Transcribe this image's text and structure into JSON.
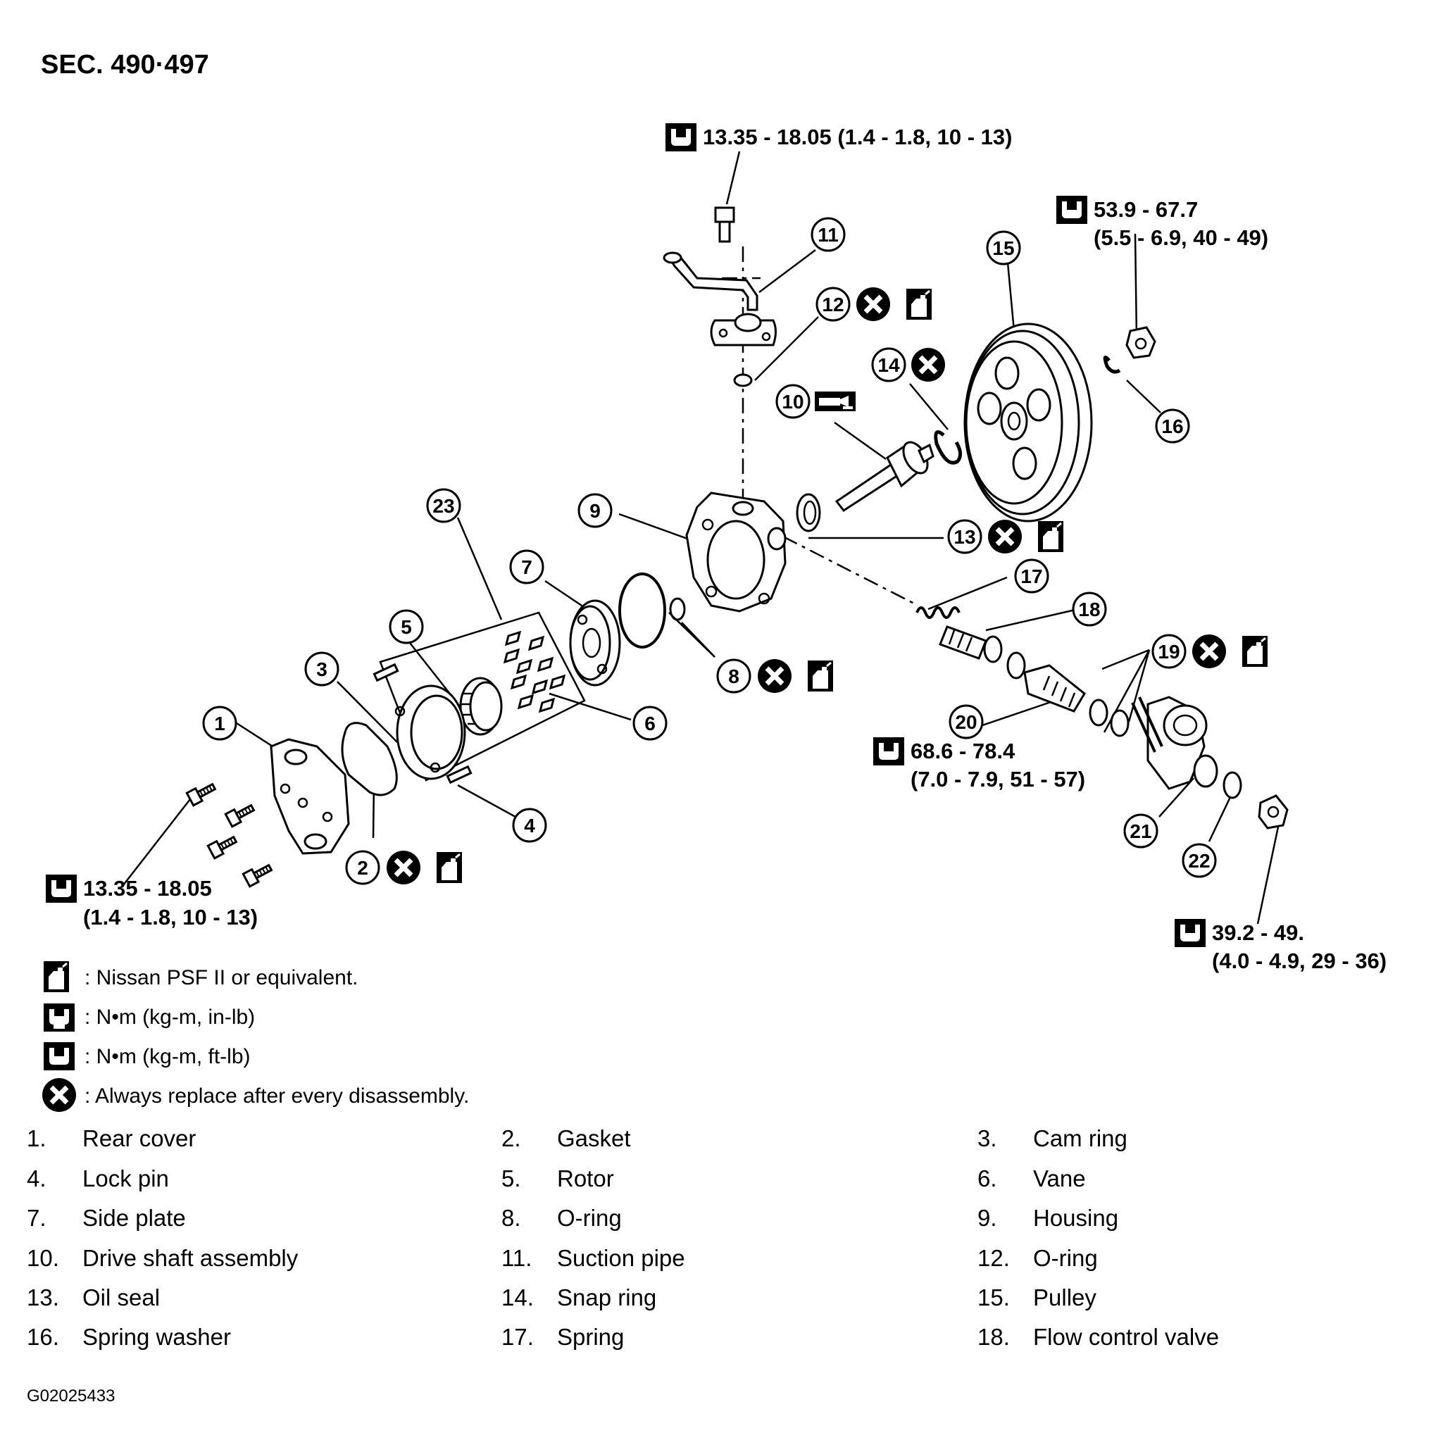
{
  "section_title": "SEC. 490·497",
  "figure_id": "G02025433",
  "colors": {
    "ink": "#000000",
    "paper": "#ffffff"
  },
  "icons": {
    "fluid": "fluid-can-icon",
    "torque_in_lb": "torque-wrench-in-lb-icon",
    "torque_ft_lb": "torque-wrench-ft-lb-icon",
    "replace": "replace-x-icon",
    "sealant": "sealant-tube-icon"
  },
  "torque_specs": {
    "suction_bolt": "13.35 - 18.05 (1.4 - 1.8, 10 - 13)",
    "pulley_nut_1": "53.9 - 67.7",
    "pulley_nut_2": "(5.5 - 6.9, 40 - 49)",
    "rear_cover_1": "13.35 - 18.05",
    "rear_cover_2": "(1.4 - 1.8, 10 - 13)",
    "connector_1": "68.6 - 78.4",
    "connector_2": "(7.0 - 7.9, 51 - 57)",
    "outlet_nut_1": "39.2 - 49.",
    "outlet_nut_2": "(4.0 - 4.9, 29 - 36)"
  },
  "callouts": {
    "c1": "1",
    "c2": "2",
    "c3": "3",
    "c4": "4",
    "c5": "5",
    "c6": "6",
    "c7": "7",
    "c8": "8",
    "c9": "9",
    "c10": "10",
    "c11": "11",
    "c12": "12",
    "c13": "13",
    "c14": "14",
    "c15": "15",
    "c16": "16",
    "c17": "17",
    "c18": "18",
    "c19": "19",
    "c20": "20",
    "c21": "21",
    "c22": "22",
    "c23": "23"
  },
  "legend": {
    "fluid": ":  Nissan PSF II or equivalent.",
    "torque_in_lb": ":  N•m  (kg-m,  in-lb)",
    "torque_ft_lb": ":  N•m  (kg-m,  ft-lb)",
    "replace": ":  Always replace after every disassembly."
  },
  "parts": [
    {
      "num": "1.",
      "name": "Rear cover"
    },
    {
      "num": "2.",
      "name": "Gasket"
    },
    {
      "num": "3.",
      "name": "Cam ring"
    },
    {
      "num": "4.",
      "name": "Lock pin"
    },
    {
      "num": "5.",
      "name": "Rotor"
    },
    {
      "num": "6.",
      "name": "Vane"
    },
    {
      "num": "7.",
      "name": "Side plate"
    },
    {
      "num": "8.",
      "name": "O-ring"
    },
    {
      "num": "9.",
      "name": "Housing"
    },
    {
      "num": "10.",
      "name": "Drive shaft assembly"
    },
    {
      "num": "11.",
      "name": "Suction pipe"
    },
    {
      "num": "12.",
      "name": "O-ring"
    },
    {
      "num": "13.",
      "name": "Oil seal"
    },
    {
      "num": "14.",
      "name": "Snap ring"
    },
    {
      "num": "15.",
      "name": "Pulley"
    },
    {
      "num": "16.",
      "name": "Spring washer"
    },
    {
      "num": "17.",
      "name": "Spring"
    },
    {
      "num": "18.",
      "name": "Flow control valve"
    }
  ]
}
